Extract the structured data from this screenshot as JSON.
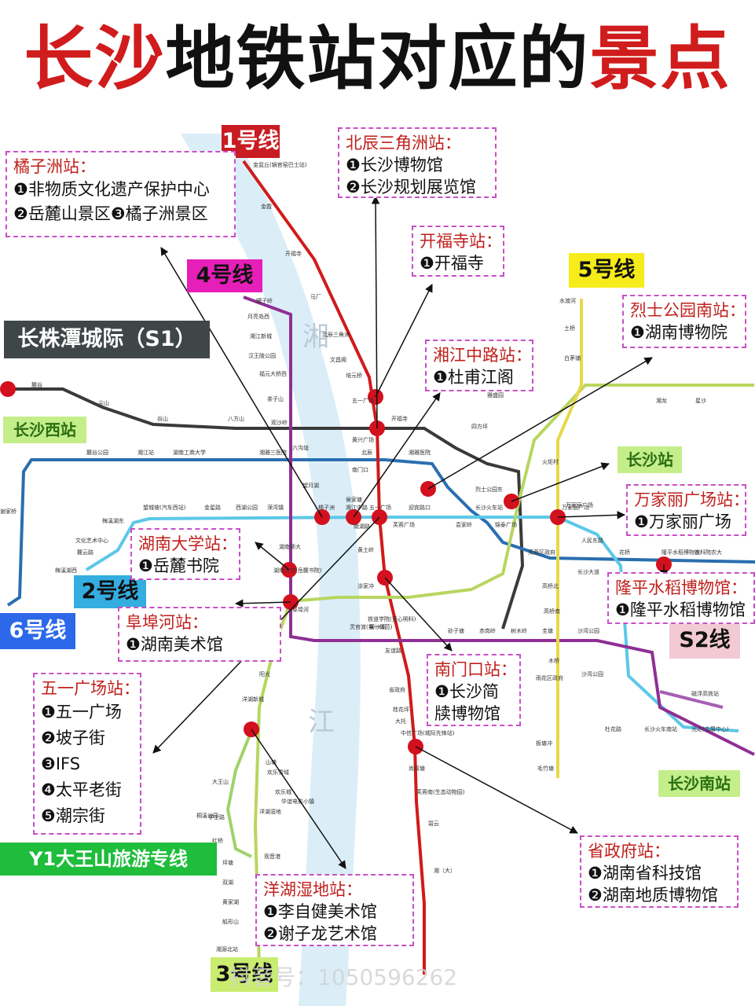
{
  "title": {
    "part1": "长沙",
    "part2": "地铁站对应的",
    "part3": "景点"
  },
  "colors": {
    "line1": "#d11a1a",
    "line2": "#5cc8e8",
    "line3": "#b8d660",
    "line4": "#8f2f94",
    "line5": "#e6d84a",
    "line6": "#2a6fb0",
    "lineS1": "#3a3a3a",
    "lineS2": "#a55fb3",
    "lineY1": "#9ed36a",
    "interchange": "#d3101e",
    "callout_border": "#c94fc7",
    "river": "#dbeef8"
  },
  "line_labels": {
    "l1": "1号线",
    "l4": "4号线",
    "l5": "5号线",
    "s1": "长株潭城际（S1）",
    "l2": "2号线",
    "l6": "6号线",
    "s2": "S2线",
    "y1": "Y1大王山旅游专线",
    "l3": "3号线"
  },
  "hub_labels": {
    "changsha_west": "长沙西站",
    "changsha_station": "长沙站",
    "changsha_south": "长沙南站"
  },
  "river_chars": {
    "xiang": "湘",
    "jiang": "江"
  },
  "watermark": "抖音号：1050596262",
  "callouts": [
    {
      "title": "橘子洲站：",
      "items": [
        "❶非物质文化遗产保护中心",
        "❷岳麓山景区❸橘子洲景区"
      ]
    },
    {
      "title": "北辰三角洲站：",
      "items": [
        "❶长沙博物馆",
        "❷长沙规划展览馆"
      ]
    },
    {
      "title": "开福寺站：",
      "items": [
        "❶开福寺"
      ]
    },
    {
      "title": "烈士公园南站：",
      "items": [
        "❶湖南博物院"
      ]
    },
    {
      "title": "湘江中路站：",
      "items": [
        "❶杜甫江阁"
      ]
    },
    {
      "title": "万家丽广场站：",
      "items": [
        "❶万家丽广场"
      ]
    },
    {
      "title": "湖南大学站：",
      "items": [
        "❶岳麓书院"
      ]
    },
    {
      "title": "隆平水稻博物馆：",
      "items": [
        "❶隆平水稻博物馆"
      ]
    },
    {
      "title": "阜埠河站：",
      "items": [
        "❶湖南美术馆"
      ]
    },
    {
      "title": "南门口站：",
      "items": [
        "❶长沙简",
        "牍博物馆"
      ]
    },
    {
      "title": "五一广场站：",
      "items": [
        "❶五一广场",
        "❷坡子街",
        "❸IFS",
        "❹太平老街",
        "❺潮宗街"
      ]
    },
    {
      "title": "省政府站：",
      "items": [
        "❶湖南省科技馆",
        "❷湖南地质博物馆"
      ]
    },
    {
      "title": "洋湖湿地站：",
      "items": [
        "❶李自健美术馆",
        "❷谢子龙艺术馆"
      ]
    }
  ],
  "stations": {
    "l1": [
      "金盆丘(锅官窑巴士站)",
      "金霞",
      "开福寺",
      "马厂",
      "北辰三角洲",
      "文昌阁",
      "培元桥",
      "五一广场",
      "黄兴广场",
      "南门口",
      "侯家塘",
      "南湖路",
      "黄土岭",
      "涂家冲",
      "铁道学院(亚心明科)",
      "友谊路",
      "省政府",
      "桂花坪",
      "大托",
      "中信广场(城际先锋站)",
      "尚双塘",
      "芙蓉南(生态动物园)",
      "碧云",
      "湘（大）"
    ],
    "l2": [
      "梅溪湖西",
      "麓云路",
      "文化艺术中心",
      "梅溪湖东",
      "望城坡(汽车西站)",
      "金星路",
      "西湖公园",
      "溁湾镇",
      "橘子洲",
      "湘江中路",
      "五一广场",
      "芙蓉广场",
      "迎宾路口",
      "袁家岭",
      "长沙火车站",
      "锦泰广场",
      "万家丽广场",
      "人民东路",
      "长沙大道",
      "沙湾公园",
      "杜花路",
      "长沙火车南站",
      "光达(会展中心)"
    ],
    "l3": [
      "湘源北站",
      "船形山",
      "黄家湖",
      "双湖",
      "坪塘",
      "洋湖湿地",
      "洋湖新城",
      "阳光",
      "湖南大学",
      "阜埠河",
      "灵官渡(第一师范)",
      "碧沙湖",
      "砂子塘",
      "赤岗岭",
      "树木岭",
      "圭塘",
      "沙湾公园",
      "星沙",
      "湘龙"
    ],
    "l4": [
      "罐子岭",
      "月亮岛西",
      "湘江新城",
      "汉王陵公园",
      "福元大桥西",
      "茶子山",
      "观沙岭",
      "六沟垅",
      "望月湖",
      "湖南师大",
      "湖南大学(岳麓书院)"
    ],
    "l5": [
      "水渡河",
      "土桥",
      "白茅铺",
      "四方坪",
      "雅盛园",
      "火炬村",
      "万家丽广场",
      "高桥北",
      "高桥南",
      "木桥",
      "雨花区政府",
      "板塘冲",
      "毛竹塘"
    ],
    "l6": [
      "谢家桥",
      "麓谷公园",
      "湘江站",
      "湖南工商大学",
      "湘雅三医院",
      "北辰",
      "湘雅医院",
      "烈士公园东",
      "芙蓉区政府",
      "花桥",
      "隆平水稻博物馆",
      "农科院农大"
    ],
    "s1": [
      "麓谷",
      "尖山",
      "谷山",
      "八方山",
      "开福寺"
    ],
    "y1": [
      "山塘",
      "欢乐雪域",
      "大王山",
      "欢乐城",
      "华谊电影小镇",
      "学士路",
      "桐溪公园",
      "观音港",
      "红桥"
    ],
    "s2": [
      "磁浮高铁站"
    ]
  }
}
